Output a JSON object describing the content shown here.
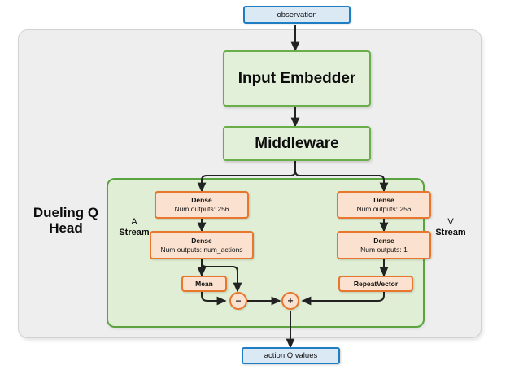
{
  "diagram": {
    "title": "Dueling Q Head architecture",
    "colors": {
      "outer_panel_fill": "#eeeeee",
      "outer_panel_border": "#d2d2d2",
      "inner_panel_fill": "#dfeed4",
      "inner_panel_border": "#5ba33f",
      "io_fill": "#dbe9f5",
      "io_border": "#1f7dc4",
      "stage_fill": "#e2efd9",
      "stage_border": "#6aae4c",
      "op_fill": "#fbe2d0",
      "op_border": "#e8762c",
      "wire": "#222222"
    },
    "io": {
      "input_label": "observation",
      "output_label": "action Q values"
    },
    "stages": {
      "embedder_label": "Input Embedder",
      "middleware_label": "Middleware"
    },
    "head": {
      "group_label_line1": "Dueling Q",
      "group_label_line2": "Head",
      "a_stream_line1": "A",
      "a_stream_line2": "Stream",
      "v_stream_line1": "V",
      "v_stream_line2": "Stream"
    },
    "a_stream": {
      "dense1_title": "Dense",
      "dense1_sub": "Num outputs: 256",
      "dense2_title": "Dense",
      "dense2_sub": "Num outputs: num_actions",
      "mean_label": "Mean"
    },
    "v_stream": {
      "dense1_title": "Dense",
      "dense1_sub": "Num outputs: 256",
      "dense2_title": "Dense",
      "dense2_sub": "Num outputs: 1",
      "repeat_label": "RepeatVector"
    },
    "operators": {
      "subtract_symbol": "−",
      "add_symbol": "+"
    }
  }
}
